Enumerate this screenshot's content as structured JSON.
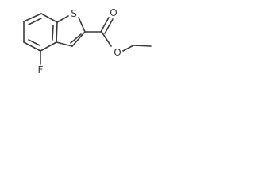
{
  "molecule": {
    "atoms": {
      "sulfur": "S",
      "fluorine": "F",
      "carbonyl_oxygen": "O",
      "ester_oxygen": "O"
    }
  }
}
